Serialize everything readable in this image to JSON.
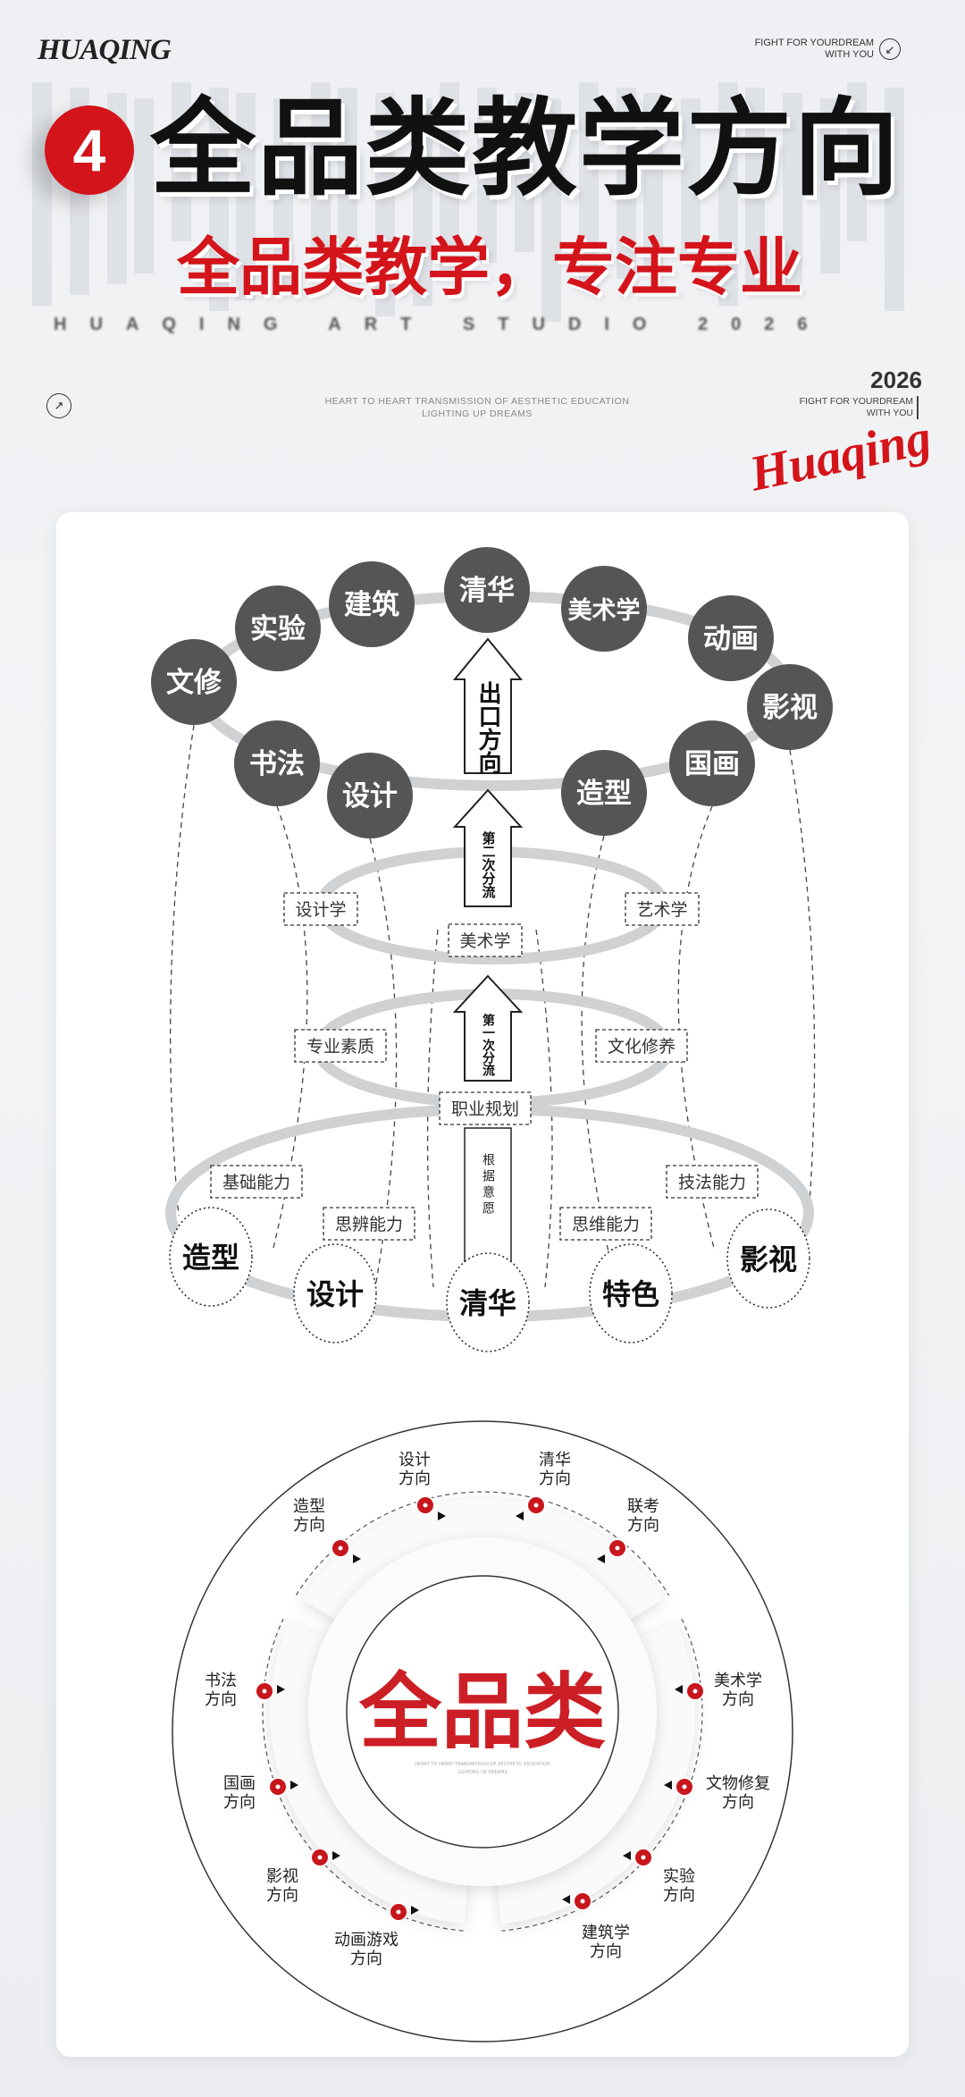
{
  "header": {
    "logo": "HUAQING",
    "tagline_top": [
      "FIGHT FOR YOURDREAM",
      "WITH YOU"
    ],
    "watermark": "HUAQING",
    "step_number": "4",
    "title": "全品类教学方向",
    "subtitle": "全品类教学，专注专业",
    "studio_line": "HUAQING ART STUDIO 2026",
    "slogan": [
      "HEART TO HEART TRANSMISSION OF AESTHETIC EDUCATION",
      "LIGHTING UP DREAMS"
    ],
    "year": "2026",
    "tagline_right": [
      "FIGHT FOR YOURDREAM",
      "WITH YOU"
    ],
    "script_logo": "Huaqing",
    "accent_color": "#d4141b"
  },
  "flow": {
    "outlets": [
      "文修",
      "实验",
      "建筑",
      "清华",
      "美术学",
      "动画",
      "影视",
      "国画",
      "造型",
      "设计",
      "书法"
    ],
    "arrow_exit": "出口方向",
    "arrow_second": "第二次分流",
    "arrow_first": "第一次分流",
    "shaft": "根据意愿",
    "level2": [
      "设计学",
      "美术学",
      "艺术学"
    ],
    "level1": [
      "专业素质",
      "职业规划",
      "文化修养"
    ],
    "abilities": [
      "基础能力",
      "思辨能力",
      "思维能力",
      "技法能力"
    ],
    "bases": [
      "造型",
      "设计",
      "清华",
      "特色",
      "影视"
    ]
  },
  "wheel": {
    "center": "全品类",
    "center_small": [
      "HEART TO HEART TRANSMISSION OF AESTHETIC EDUCATION",
      "LIGHTING UP DREAMS"
    ],
    "directions": [
      [
        "造型",
        "方向"
      ],
      [
        "设计",
        "方向"
      ],
      [
        "清华",
        "方向"
      ],
      [
        "联考",
        "方向"
      ],
      [
        "美术学",
        "方向"
      ],
      [
        "文物修复",
        "方向"
      ],
      [
        "实验",
        "方向"
      ],
      [
        "建筑学",
        "方向"
      ],
      [
        "动画游戏",
        "方向"
      ],
      [
        "影视",
        "方向"
      ],
      [
        "国画",
        "方向"
      ],
      [
        "书法",
        "方向"
      ]
    ]
  }
}
